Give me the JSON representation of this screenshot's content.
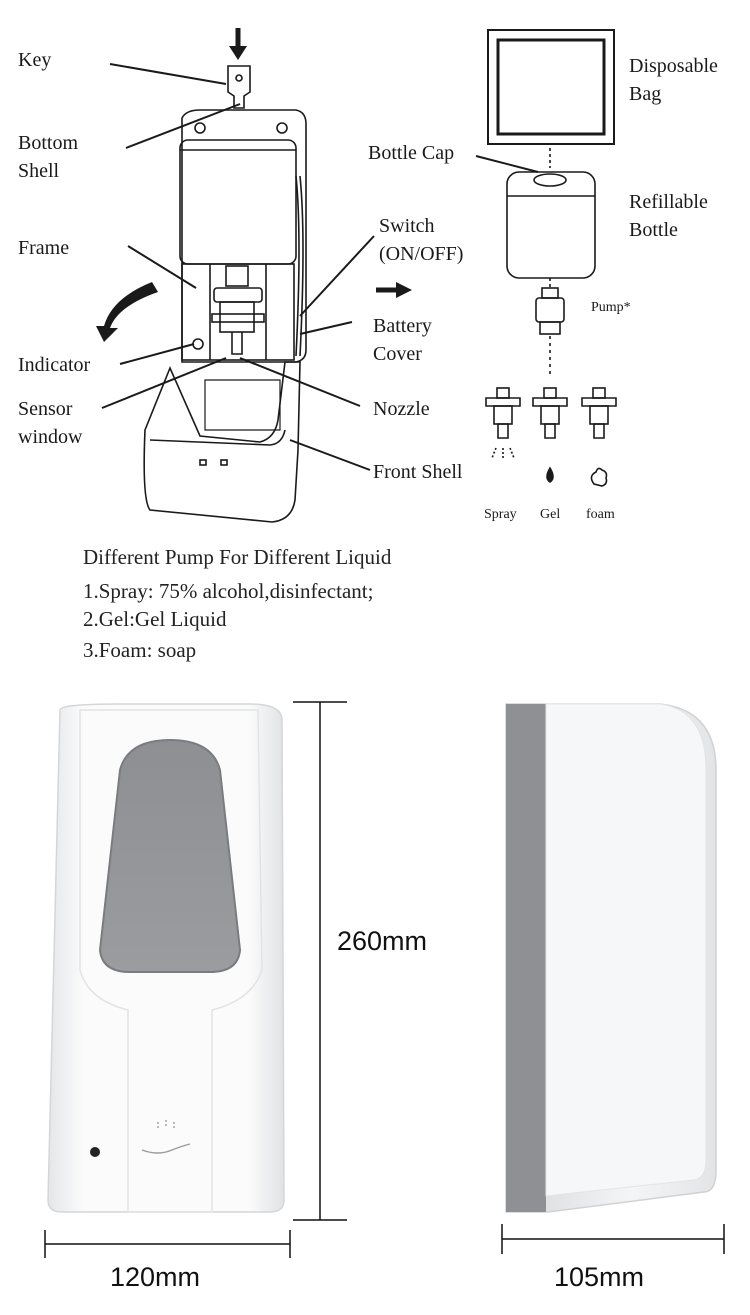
{
  "labels": {
    "key": "Key",
    "bottom_shell": "Bottom\nShell",
    "frame": "Frame",
    "indicator": "Indicator",
    "sensor_window": "Sensor\nwindow",
    "switch": "Switch\n(ON/OFF)",
    "battery_cover": "Battery\nCover",
    "nozzle": "Nozzle",
    "front_shell": "Front Shell",
    "disposable_bag": "Disposable\nBag",
    "bottle_cap": "Bottle Cap",
    "refillable_bottle": "Refillable\nBottle",
    "pump": "Pump*"
  },
  "pump_types": [
    "Spray",
    "Gel",
    "foam"
  ],
  "notes": {
    "heading": "Different Pump For Different Liquid",
    "lines": [
      "1.Spray: 75% alcohol,disinfectant;",
      "2.Gel:Gel Liquid",
      "3.Foam: soap"
    ]
  },
  "dimensions": {
    "height": "260mm",
    "width": "120mm",
    "depth": "105mm"
  }
}
